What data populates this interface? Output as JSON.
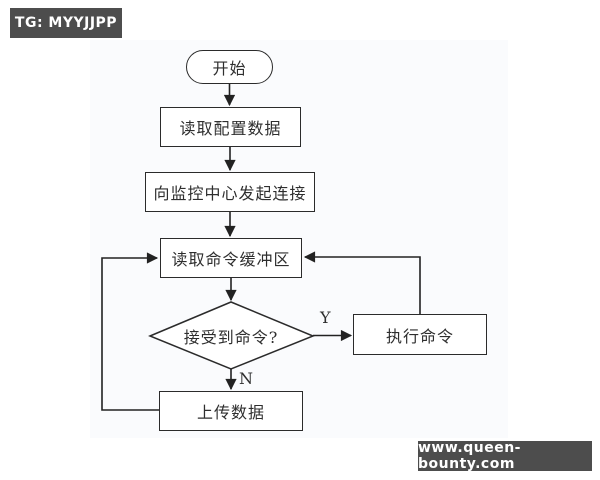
{
  "watermarks": {
    "top_left": "TG: MYYJJPP",
    "bottom_right": "www.queen-bounty.com"
  },
  "flowchart": {
    "nodes": {
      "start": "开始",
      "read_config": "读取配置数据",
      "connect_center": "向监控中心发起连接",
      "read_buffer": "读取命令缓冲区",
      "decision": "接受到命令?",
      "execute": "执行命令",
      "upload": "上传数据"
    },
    "edge_labels": {
      "yes": "Y",
      "no": "N"
    },
    "colors": {
      "line": "#222222",
      "node_border": "#2b2b2b",
      "node_fill": "#ffffff",
      "text": "#2e2e2e",
      "badge_bg": "#4d4d4d",
      "badge_text": "#ffffff",
      "photo_bg": "#fafbfd",
      "page_bg": "#ffffff"
    }
  }
}
